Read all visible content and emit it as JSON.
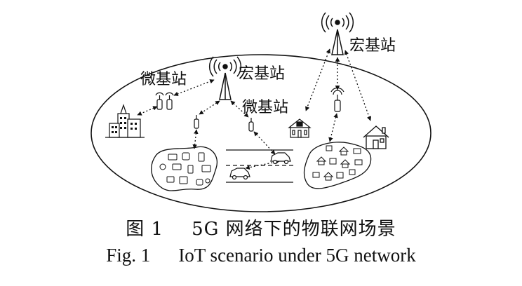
{
  "labels": {
    "macro_top": "宏基站",
    "macro_center": "宏基站",
    "micro_left": "微基站",
    "micro_right": "微基站"
  },
  "caption": {
    "zh_number": "图 1",
    "zh_text": "5G 网络下的物联网场景",
    "en_number": "Fig. 1",
    "en_text": "IoT scenario under 5G network"
  }
}
